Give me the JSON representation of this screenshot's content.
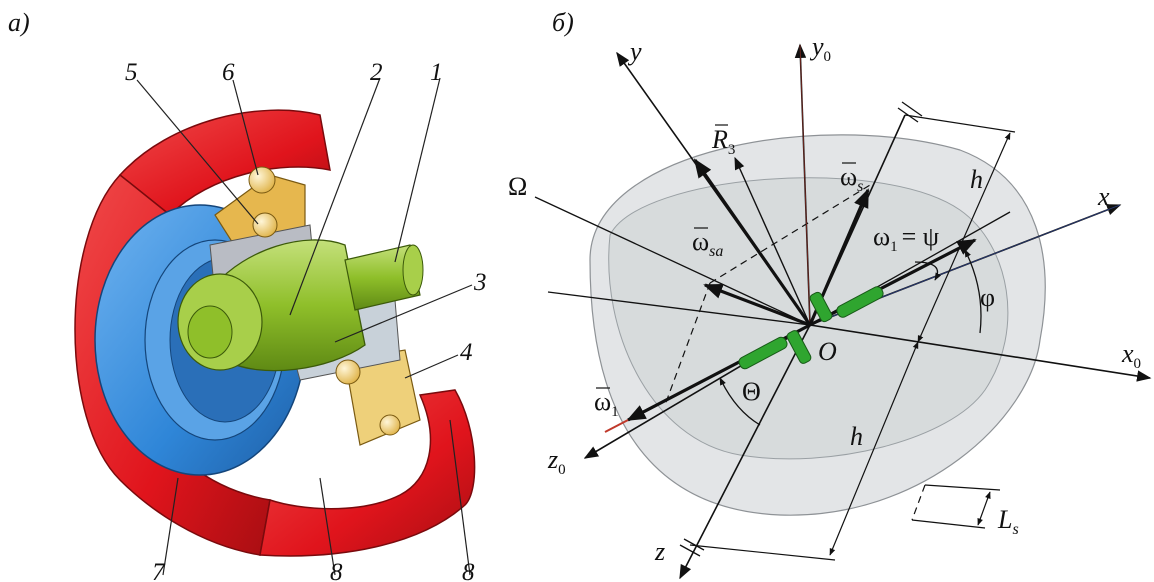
{
  "panels": {
    "a": "а)",
    "b": "б)"
  },
  "part_numbers": {
    "n1": "1",
    "n2": "2",
    "n3": "3",
    "n4": "4",
    "n5": "5",
    "n6": "6",
    "n7": "7",
    "n8a": "8",
    "n8b": "8"
  },
  "axes": {
    "x": "x",
    "y": "y",
    "z": "z",
    "x0": "x",
    "x0_sub": "0",
    "y0": "y",
    "y0_sub": "0",
    "z0": "z",
    "z0_sub": "0",
    "origin": "O"
  },
  "symbols": {
    "Omega": "Ω",
    "omega_s": "ω",
    "omega_s_sub": "s",
    "omega_sa": "ω",
    "omega_sa_sub": "sa",
    "omega_1": "ω",
    "omega_1_sub": "1",
    "omega1_psi": "ω",
    "omega1_psi_sub": "1",
    "omega1_psi_eq": "= ψ",
    "R3": "R",
    "R3_sub": "3",
    "h_top": "h",
    "h_bottom": "h",
    "phi": "φ",
    "Theta": "Θ",
    "Ls": "L",
    "Ls_sub": "s"
  },
  "colors": {
    "housing_red": "#e0141c",
    "disk_blue": "#2f86d8",
    "shaft_green": "#8fbf2a",
    "gold": "#e6b74e",
    "ellipsoid_fill": "#d9dcdf",
    "gimbal_green": "#2fa52f"
  }
}
